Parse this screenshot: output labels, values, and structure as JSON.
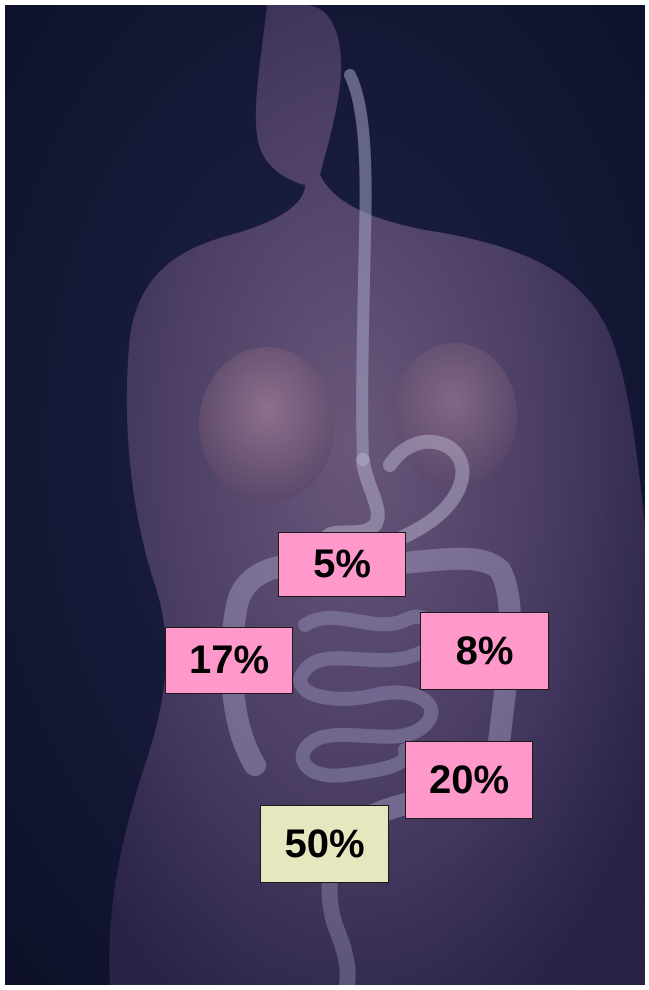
{
  "colors": {
    "background": "#141733",
    "body": "#5a4a6e",
    "pink_label": "#ff99cc",
    "yellow_label": "#e6e6bf"
  },
  "labels": {
    "stomach": "5%",
    "ascending_colon": "17%",
    "transverse_colon": "8%",
    "descending_colon": "20%",
    "rectum": "50%"
  }
}
